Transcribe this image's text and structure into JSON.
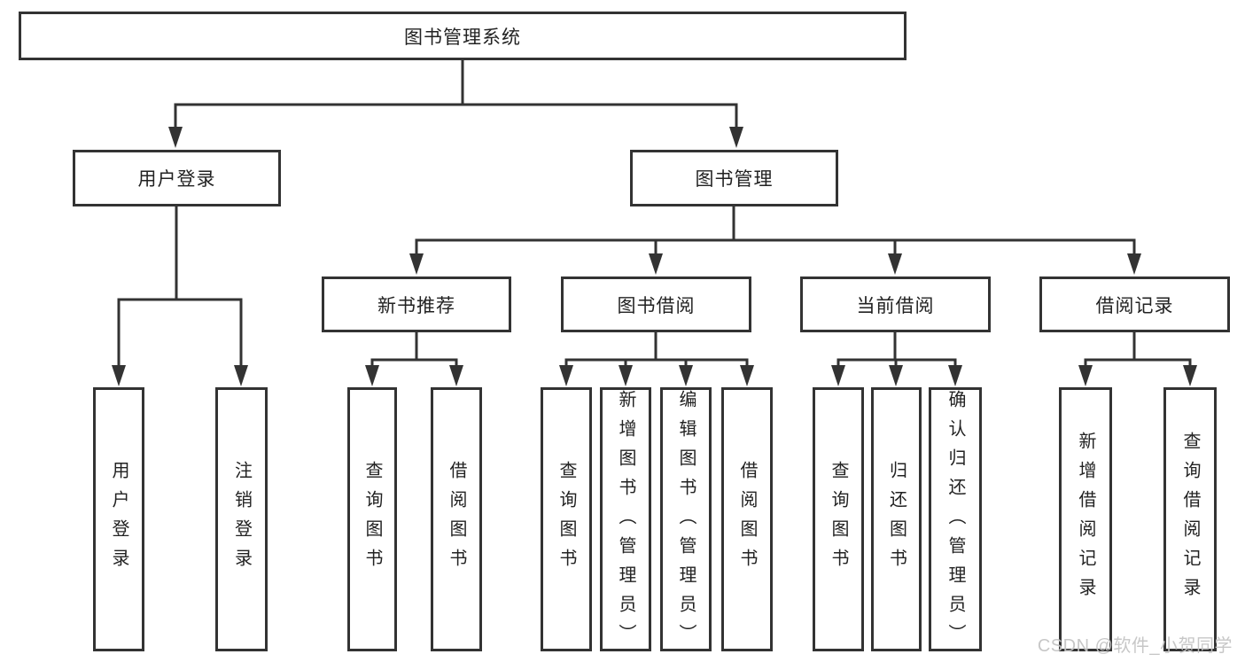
{
  "tree": {
    "root": "图书管理系统",
    "children": [
      {
        "label": "用户登录",
        "children": [
          {
            "label": "用户登录"
          },
          {
            "label": "注销登录"
          }
        ]
      },
      {
        "label": "图书管理",
        "children": [
          {
            "label": "新书推荐",
            "children": [
              {
                "label": "查询图书"
              },
              {
                "label": "借阅图书"
              }
            ]
          },
          {
            "label": "图书借阅",
            "children": [
              {
                "label": "查询图书"
              },
              {
                "label": "新增图书（管理员）"
              },
              {
                "label": "编辑图书（管理员）"
              },
              {
                "label": "借阅图书"
              }
            ]
          },
          {
            "label": "当前借阅",
            "children": [
              {
                "label": "查询图书"
              },
              {
                "label": "归还图书"
              },
              {
                "label": "确认归还（管理员）"
              }
            ]
          },
          {
            "label": "借阅记录",
            "children": [
              {
                "label": "新增借阅记录"
              },
              {
                "label": "查询借阅记录"
              }
            ]
          }
        ]
      }
    ]
  },
  "watermark": "CSDN @软件_小贺同学",
  "colors": {
    "line": "#333333",
    "box_border": "#333333",
    "text": "#222222",
    "watermark": "#c4c4c4"
  }
}
